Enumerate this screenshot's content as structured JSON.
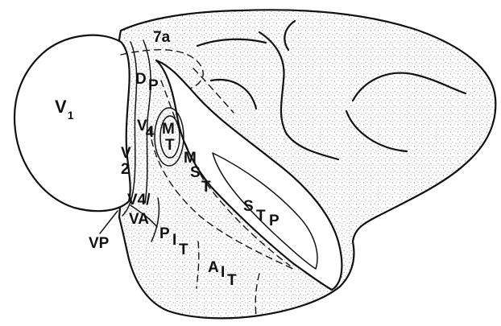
{
  "figure": {
    "areas": {
      "v1": {
        "main": "V",
        "sub": "1"
      },
      "area7a": "7a",
      "dp": {
        "d": "D",
        "p": "P"
      },
      "v4": {
        "main": "V",
        "sub": "4"
      },
      "mt": {
        "m": "M",
        "t": "T"
      },
      "mst": {
        "m": "M",
        "s": "S",
        "t": "T"
      },
      "v2": {
        "main": "V",
        "sub": "2"
      },
      "stp": {
        "s": "S",
        "t": "T",
        "p": "P"
      },
      "v4va": {
        "line1": "V4/",
        "line2": "VA"
      },
      "pit": {
        "p": "P",
        "i": "I",
        "t": "T"
      },
      "ait": {
        "a": "A",
        "i": "I",
        "t": "T"
      },
      "vp": "VP"
    },
    "colors": {
      "ink": "#111111",
      "stipple": "#555555",
      "background": "#ffffff"
    }
  }
}
